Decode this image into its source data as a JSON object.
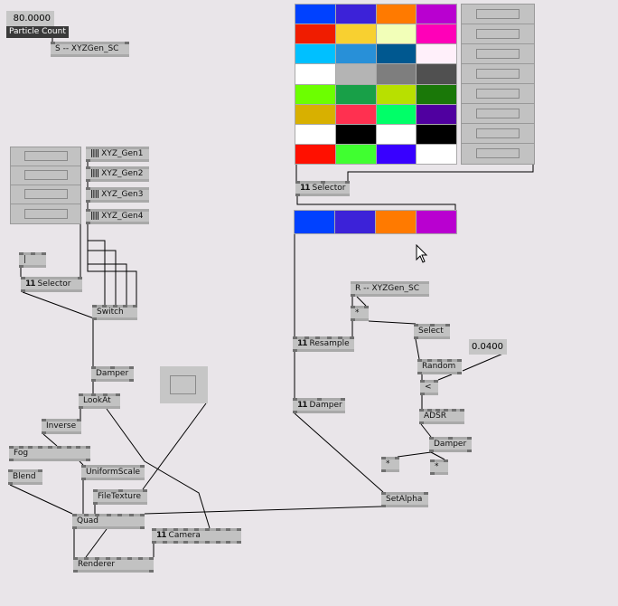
{
  "particle_count": {
    "value": "80.0000",
    "label": "Particle Count"
  },
  "nodes": [
    {
      "id": "send",
      "label": "S -- XYZGen_SC"
    },
    {
      "id": "gen1",
      "label": "XYZ_Gen1",
      "icon": "||||"
    },
    {
      "id": "gen2",
      "label": "XYZ_Gen2",
      "icon": "||||"
    },
    {
      "id": "gen3",
      "label": "XYZ_Gen3",
      "icon": "||||"
    },
    {
      "id": "gen4",
      "label": "XYZ_Gen4",
      "icon": "||||"
    },
    {
      "id": "bar",
      "label": "|"
    },
    {
      "id": "selL",
      "label": "Selector",
      "icon": "11"
    },
    {
      "id": "switch",
      "label": "Switch"
    },
    {
      "id": "damperL",
      "label": "Damper"
    },
    {
      "id": "lookat",
      "label": "LookAt"
    },
    {
      "id": "inverse",
      "label": "Inverse"
    },
    {
      "id": "fog",
      "label": "Fog"
    },
    {
      "id": "blend",
      "label": "Blend"
    },
    {
      "id": "uscale",
      "label": "UniformScale"
    },
    {
      "id": "ftex",
      "label": "FileTexture"
    },
    {
      "id": "quad",
      "label": "Quad"
    },
    {
      "id": "camera",
      "label": "Camera",
      "icon": "11"
    },
    {
      "id": "renderer",
      "label": "Renderer"
    },
    {
      "id": "selR",
      "label": "Selector",
      "icon": "11"
    },
    {
      "id": "recv",
      "label": "R -- XYZGen_SC"
    },
    {
      "id": "mul1",
      "label": "*"
    },
    {
      "id": "resample",
      "label": "Resample",
      "icon": "11"
    },
    {
      "id": "select",
      "label": "Select"
    },
    {
      "id": "random",
      "label": "Random"
    },
    {
      "id": "lt",
      "label": "<"
    },
    {
      "id": "adsr",
      "label": "ADSR"
    },
    {
      "id": "damperR",
      "label": "Damper"
    },
    {
      "id": "mul2",
      "label": "*"
    },
    {
      "id": "mul3",
      "label": "*"
    },
    {
      "id": "damperM",
      "label": "Damper",
      "icon": "11"
    },
    {
      "id": "setalpha",
      "label": "SetAlpha"
    }
  ],
  "random_threshold": "0.0400",
  "color_grid": [
    [
      "#0041ff",
      "#3c22d8",
      "#ff7a00",
      "#b900d0"
    ],
    [
      "#f01c00",
      "#f8d030",
      "#f2ffb8",
      "#ff00b8"
    ],
    [
      "#00c0ff",
      "#2890d8",
      "#005890",
      "#fff0fa"
    ],
    [
      "#ffffff",
      "#b4b4b4",
      "#7e7e7e",
      "#505050"
    ],
    [
      "#6cff00",
      "#18a048",
      "#b8e000",
      "#1a7808"
    ],
    [
      "#d8b000",
      "#ff3050",
      "#00ff68",
      "#5000a0"
    ],
    [
      "#ffffff",
      "#000000",
      "#ffffff",
      "#000000"
    ],
    [
      "#ff1000",
      "#40ff30",
      "#3800ff",
      "#ffffff"
    ]
  ],
  "selected_colors": [
    "#0041ff",
    "#3c22d8",
    "#ff7a00",
    "#b900d0"
  ]
}
